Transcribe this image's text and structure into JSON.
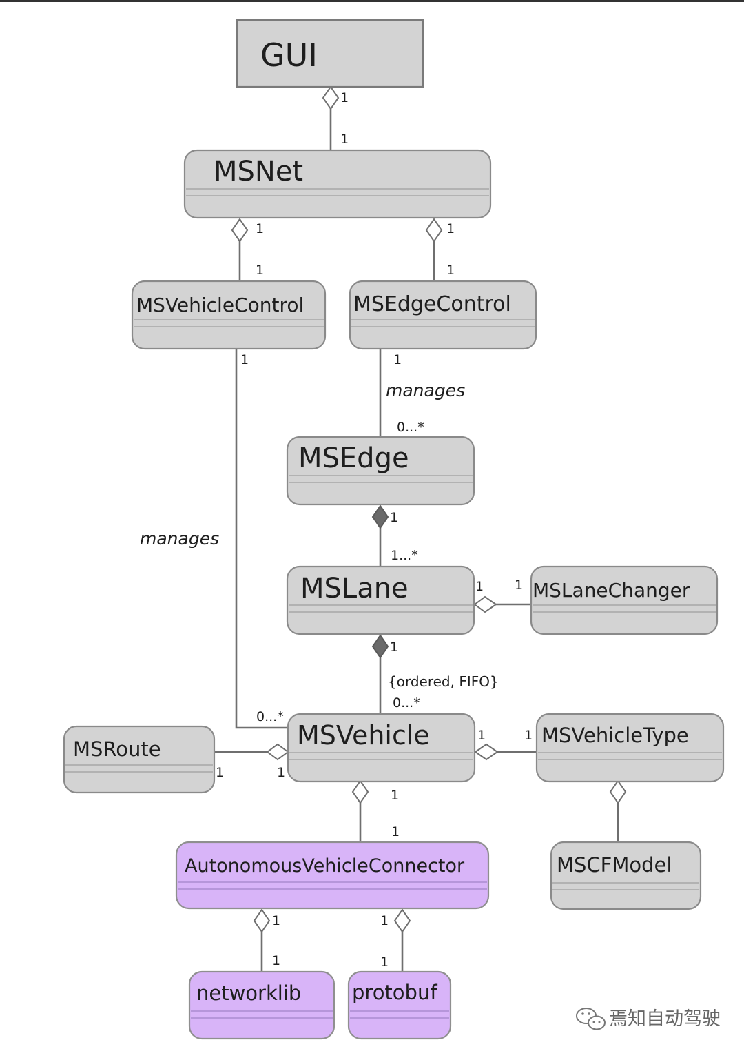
{
  "classes": {
    "gui": "GUI",
    "msnet": "MSNet",
    "msvehiclecontrol": "MSVehicleControl",
    "msedgecontrol": "MSEdgeControl",
    "msedge": "MSEdge",
    "mslane": "MSLane",
    "mslanechanger": "MSLaneChanger",
    "msvehicle": "MSVehicle",
    "msroute": "MSRoute",
    "msvehicletype": "MSVehicleType",
    "mscfmodel": "MSCFModel",
    "avc": "AutonomousVehicleConnector",
    "networklib": "networklib",
    "protobuf": "protobuf"
  },
  "multiplicities": {
    "gui_msnet_top": "1",
    "gui_msnet_bottom": "1",
    "msnet_vc_top": "1",
    "msnet_vc_bottom": "1",
    "msnet_ec_top": "1",
    "msnet_ec_bottom": "1",
    "vc_vehicle_top": "1",
    "vc_vehicle_bottom": "0...*",
    "ec_edge_top": "1",
    "ec_edge_bottom": "0...*",
    "edge_lane_top": "1",
    "edge_lane_bottom": "1...*",
    "lane_changer_left": "1",
    "lane_changer_right": "1",
    "lane_vehicle_top": "1",
    "lane_vehicle_bottom": "0...*",
    "route_vehicle_left": "1",
    "route_vehicle_right": "1",
    "vehicle_type_left": "1",
    "vehicle_type_right": "1",
    "vehicle_avc_top": "1",
    "vehicle_avc_bottom": "1",
    "avc_networklib_top": "1",
    "avc_networklib_bottom": "1",
    "avc_protobuf_top": "1",
    "avc_protobuf_bottom": "1"
  },
  "associations": {
    "vc_vehicle": "manages",
    "ec_edge": "manages"
  },
  "constraints": {
    "lane_vehicle": "{ordered, FIFO}"
  },
  "watermark": {
    "icon": "wechat-icon",
    "text": "焉知自动驾驶"
  },
  "colors": {
    "class_fill": "#d3d3d3",
    "highlight_fill": "#d8b4f8",
    "line": "#6f6f6f"
  }
}
